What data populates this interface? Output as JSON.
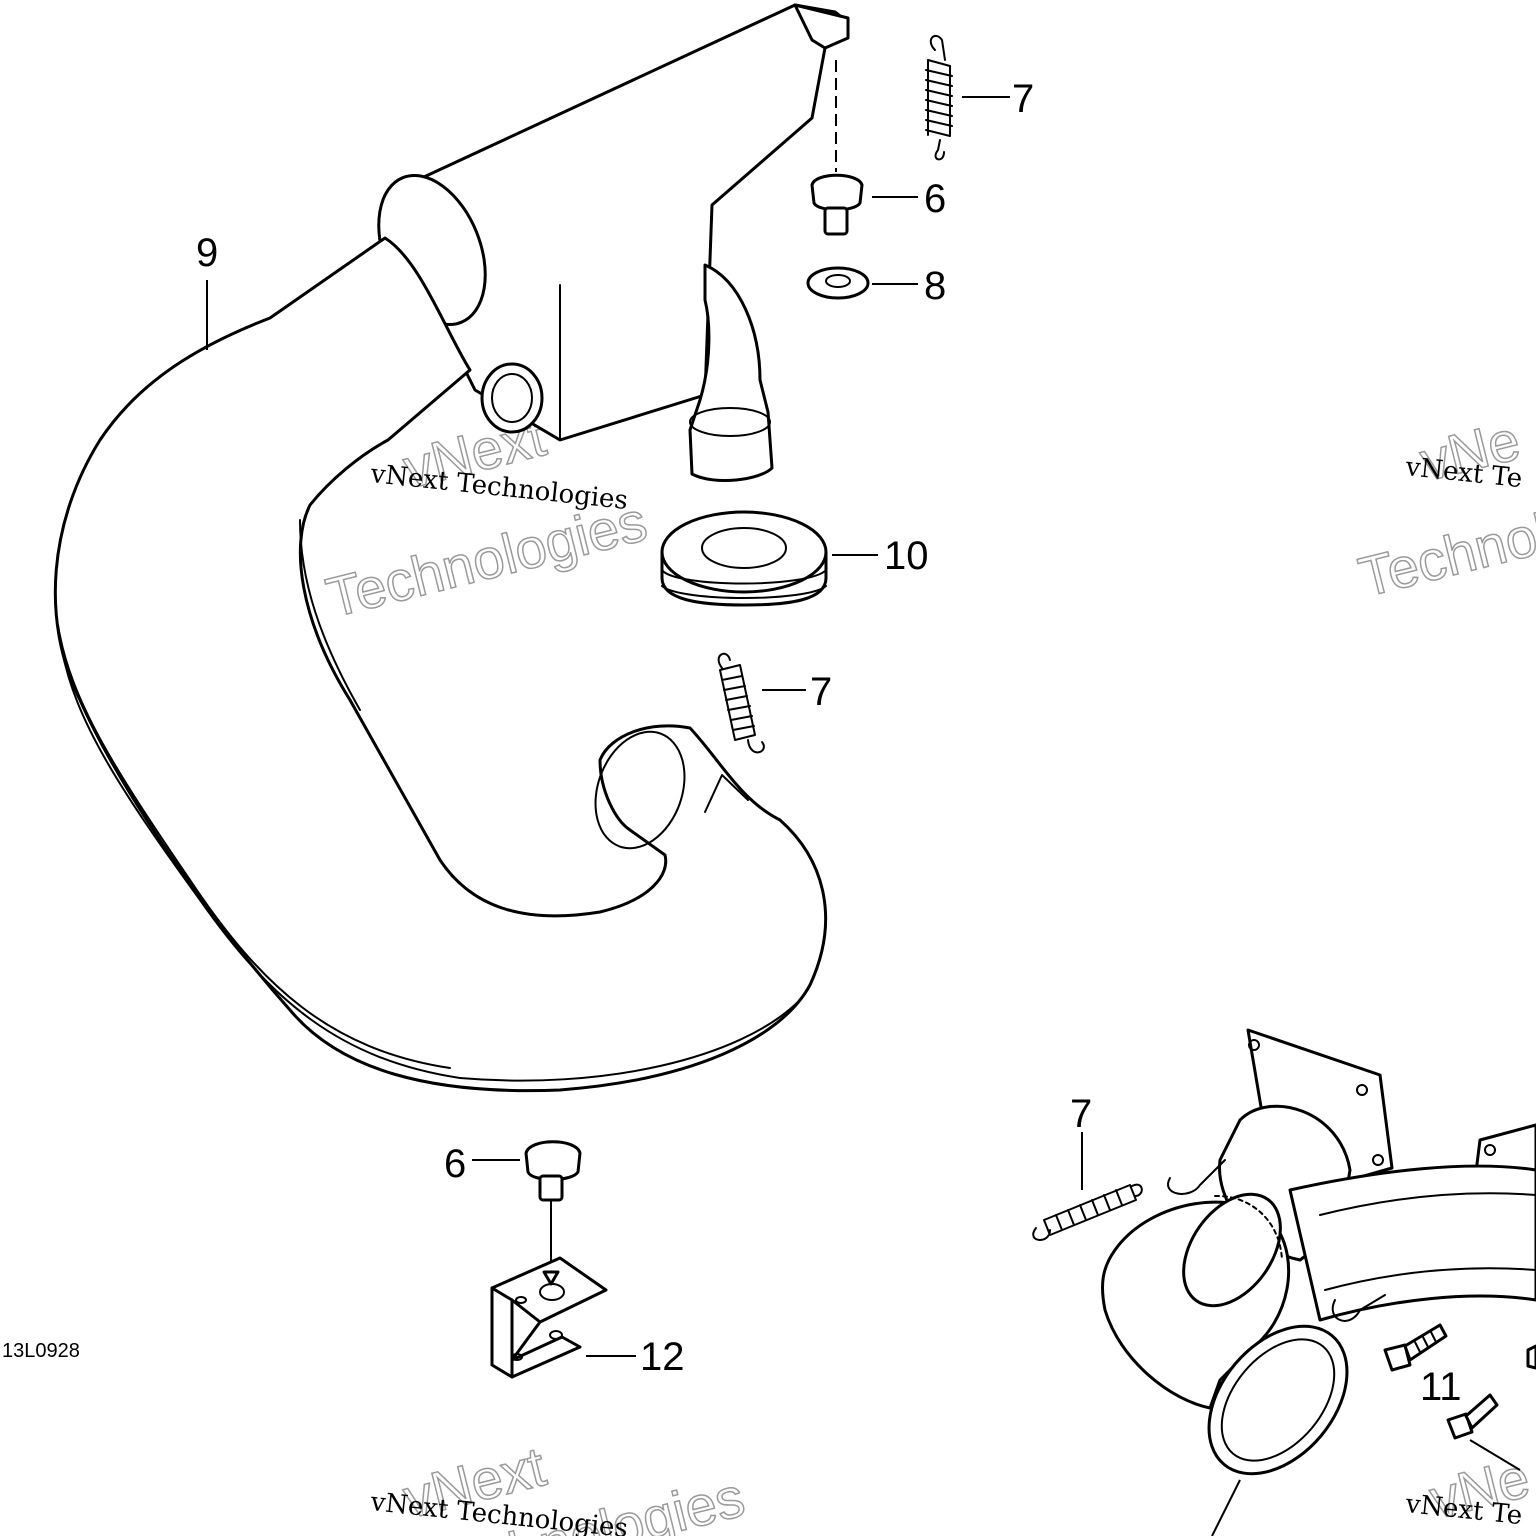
{
  "diagram": {
    "reference_code": "13L0928",
    "watermark": {
      "line1": "vNext Technologies",
      "line2_a": "vNext",
      "line2_b": "Technologies",
      "partial_a": "vNe",
      "partial_b": "Technol",
      "partial_c": "vNext Te"
    },
    "callouts": {
      "spring_top": "7",
      "bolt_top": "6",
      "washer": "8",
      "muffler": "9",
      "grommet": "10",
      "spring_mid": "7",
      "bolt_bottom": "6",
      "bracket": "12",
      "spring_right": "7",
      "screw": "11"
    }
  }
}
